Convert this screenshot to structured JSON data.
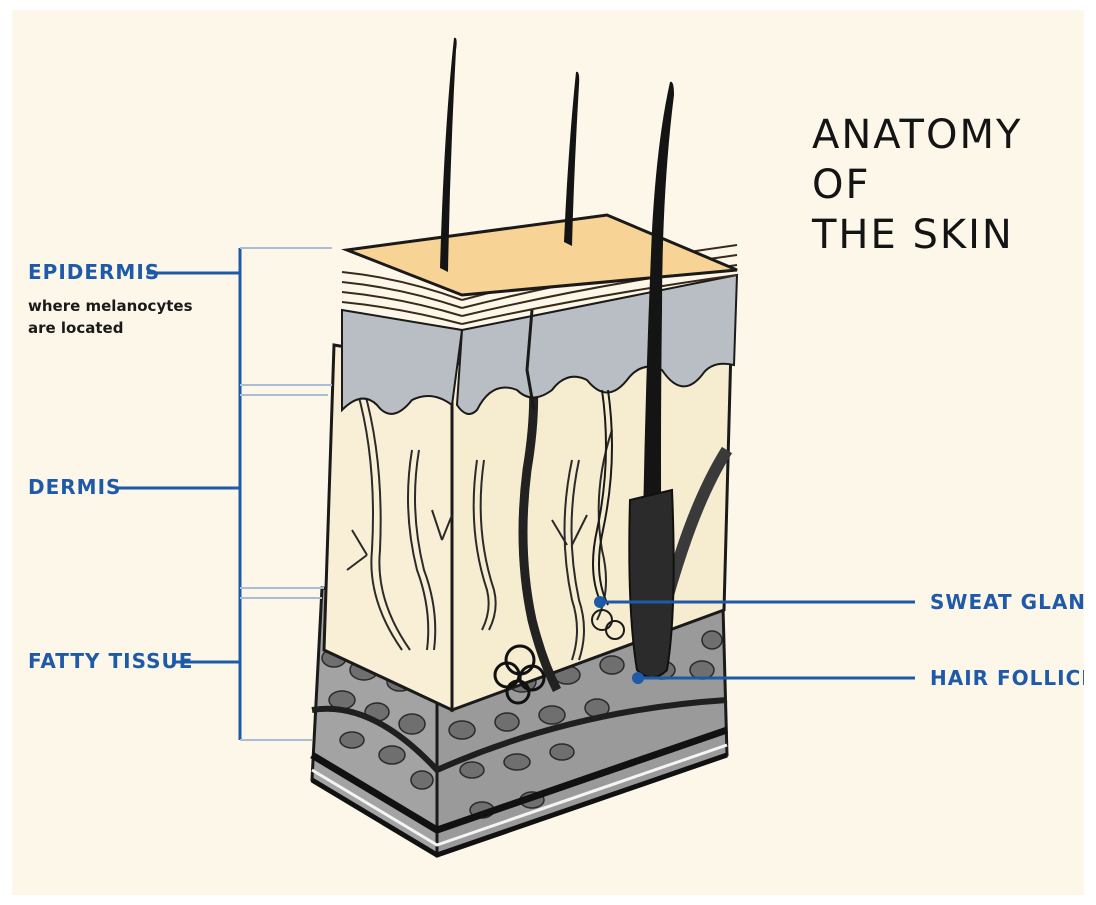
{
  "title": {
    "line1": "ANATOMY OF",
    "line2": "THE SKIN"
  },
  "labels": {
    "epidermis": "EPIDERMIS",
    "epidermis_note_line1": "where melanocytes",
    "epidermis_note_line2": "are located",
    "dermis": "DERMIS",
    "fatty_tissue": "FATTY TISSUE",
    "sweat_gland": "SWEAT GLAND",
    "hair_follicle": "HAIR FOLLICLE"
  },
  "colors": {
    "label_blue": "#1e5aa8",
    "background": "#fcf7e8",
    "skin_surface": "#f7d496",
    "dermis_fill": "#f8efd6",
    "epidermis_gray": "#b9bec4",
    "fat_gray": "#8d8d8d",
    "ink": "#1a1a1a"
  },
  "icons": [
    "hair-icon",
    "sweat-gland-icon",
    "hair-follicle-icon",
    "blood-vessel-icon"
  ]
}
